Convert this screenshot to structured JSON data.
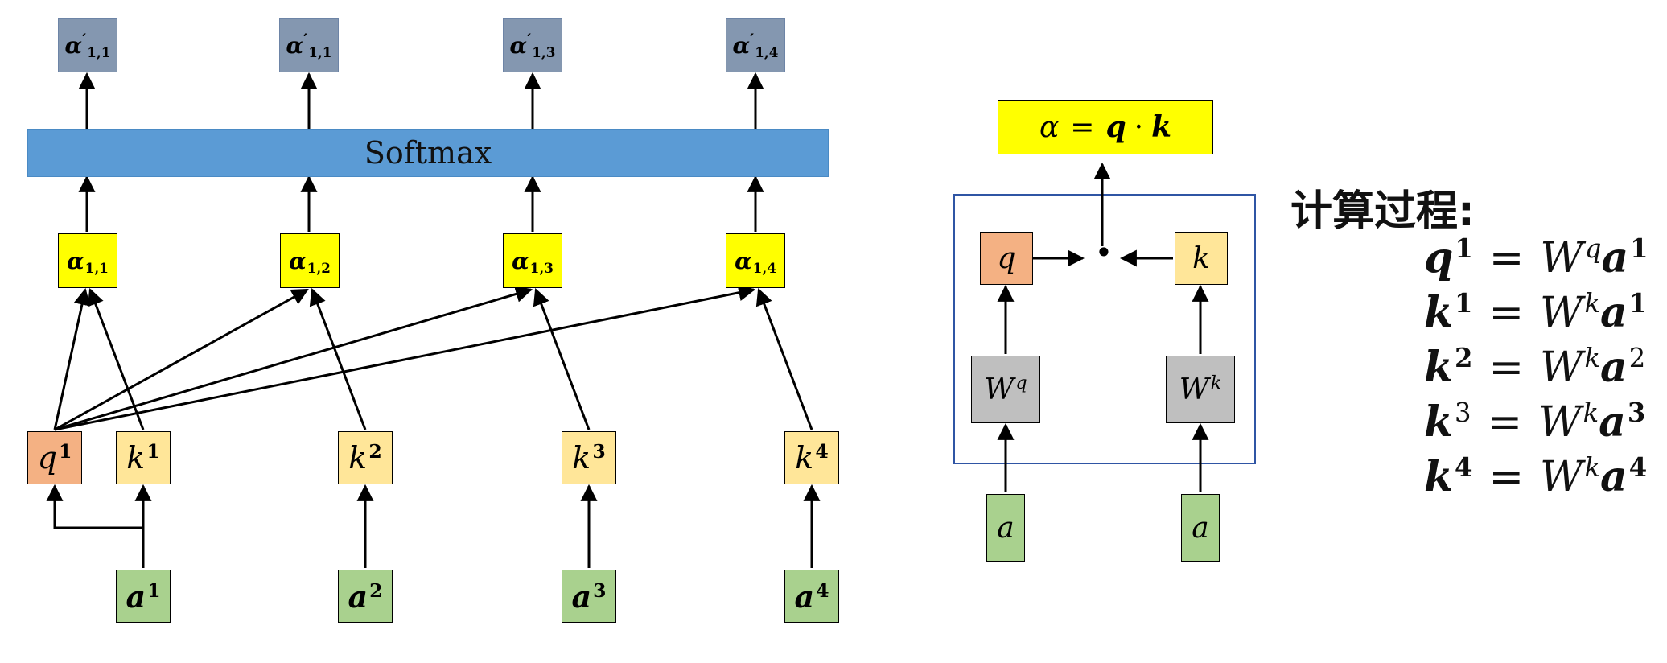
{
  "left": {
    "softmax_label": "Softmax",
    "outputs": [
      {
        "sym": "α",
        "prime": "′",
        "sub": "1,1"
      },
      {
        "sym": "α",
        "prime": "′",
        "sub": "1,1"
      },
      {
        "sym": "α",
        "prime": "′",
        "sub": "1,3"
      },
      {
        "sym": "α",
        "prime": "′",
        "sub": "1,4"
      }
    ],
    "alphas": [
      {
        "sym": "α",
        "sub": "1,1"
      },
      {
        "sym": "α",
        "sub": "1,2"
      },
      {
        "sym": "α",
        "sub": "1,3"
      },
      {
        "sym": "α",
        "sub": "1,4"
      }
    ],
    "query": {
      "sym": "q",
      "sup": "1"
    },
    "keys": [
      {
        "sym": "k",
        "sup": "1"
      },
      {
        "sym": "k",
        "sup": "2"
      },
      {
        "sym": "k",
        "sup": "3"
      },
      {
        "sym": "k",
        "sup": "4"
      }
    ],
    "inputs": [
      {
        "sym": "a",
        "sup": "1"
      },
      {
        "sym": "a",
        "sup": "2"
      },
      {
        "sym": "a",
        "sup": "3"
      },
      {
        "sym": "a",
        "sup": "4"
      }
    ]
  },
  "middle": {
    "formula": {
      "lhs": "α",
      "eq": "=",
      "q": "q",
      "dot": "·",
      "k": "k"
    },
    "q_label": "q",
    "k_label": "k",
    "dot_label": "·",
    "wq": {
      "sym": "W",
      "sup": "q"
    },
    "wk": {
      "sym": "W",
      "sup": "k"
    },
    "a_left": "a",
    "a_right": "a"
  },
  "right": {
    "title": "计算过程:",
    "equations": [
      {
        "lhs": "q",
        "lhs_sup": "1",
        "eq": "=",
        "w": "W",
        "w_sup": "q",
        "a": "a",
        "a_sup": "1"
      },
      {
        "lhs": "k",
        "lhs_sup": "1",
        "eq": "=",
        "w": "W",
        "w_sup": "k",
        "a": "a",
        "a_sup": "1"
      },
      {
        "lhs": "k",
        "lhs_sup": "2",
        "eq": "=",
        "w": "W",
        "w_sup": "k",
        "a": "a",
        "a_sup": "2"
      },
      {
        "lhs": "k",
        "lhs_sup": "3",
        "eq": "=",
        "w": "W",
        "w_sup": "k",
        "a": "a",
        "a_sup": "3"
      },
      {
        "lhs": "k",
        "lhs_sup": "4",
        "eq": "=",
        "w": "W",
        "w_sup": "k",
        "a": "a",
        "a_sup": "4"
      }
    ]
  }
}
